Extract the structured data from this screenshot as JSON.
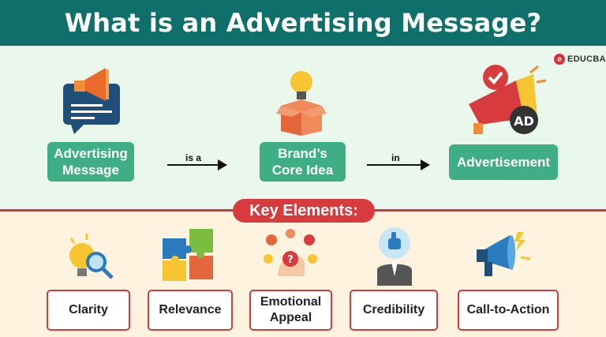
{
  "title": "What is an Advertising Message?",
  "logo": {
    "mark": "e",
    "text": "EDUCBA"
  },
  "flow": {
    "nodes": [
      {
        "label": "Advertising\nMessage",
        "icon": "megaphone-message-icon"
      },
      {
        "label": "Brand’s\nCore Idea",
        "icon": "idea-box-icon"
      },
      {
        "label": "Advertisement",
        "icon": "ad-megaphone-icon"
      }
    ],
    "connectors": [
      {
        "label": "is a"
      },
      {
        "label": "in"
      }
    ]
  },
  "key_elements": {
    "heading": "Key Elements:",
    "items": [
      {
        "label": "Clarity",
        "icon": "bulb-magnifier-icon"
      },
      {
        "label": "Relevance",
        "icon": "puzzle-icon"
      },
      {
        "label": "Emotional\nAppeal",
        "icon": "emotions-head-icon"
      },
      {
        "label": "Credibility",
        "icon": "thumbs-up-person-icon"
      },
      {
        "label": "Call-to-Action",
        "icon": "megaphone-icon"
      }
    ]
  },
  "colors": {
    "header": "#0f6f6a",
    "node": "#3fae86",
    "accent_red": "#d73b3e",
    "top_bg": "#e9f7ec",
    "bottom_bg": "#fdf3df"
  }
}
